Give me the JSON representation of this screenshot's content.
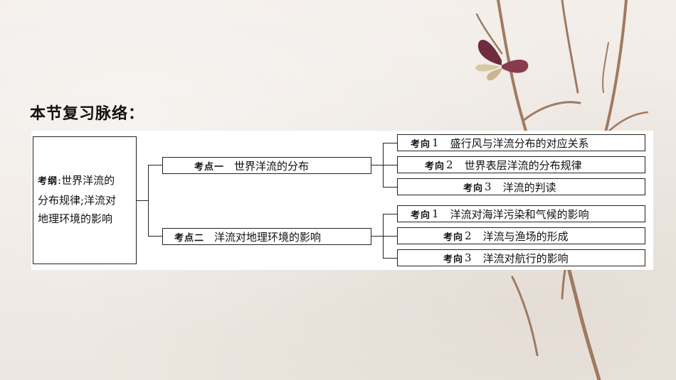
{
  "heading": "本节复习脉络：",
  "outline": {
    "tag": "考纲",
    "text_parts": [
      ":世界洋流的",
      "分布规律;洋流对",
      "地理环境的影响"
    ]
  },
  "points": [
    {
      "tag": "考点一",
      "label": "世界洋流的分布",
      "directions": [
        {
          "tag": "考向",
          "number": "1",
          "label": "盛行风与洋流分布的对应关系"
        },
        {
          "tag": "考向",
          "number": "2",
          "label": "世界表层洋流的分布规律"
        },
        {
          "tag": "考向",
          "number": "3",
          "label": "洋流的判读"
        }
      ]
    },
    {
      "tag": "考点二",
      "label": "洋流对地理环境的影响",
      "directions": [
        {
          "tag": "考向",
          "number": "1",
          "label": "洋流对海洋污染和气候的影响"
        },
        {
          "tag": "考向",
          "number": "2",
          "label": "洋流与渔场的形成"
        },
        {
          "tag": "考向",
          "number": "3",
          "label": "洋流对航行的影响"
        }
      ]
    }
  ]
}
